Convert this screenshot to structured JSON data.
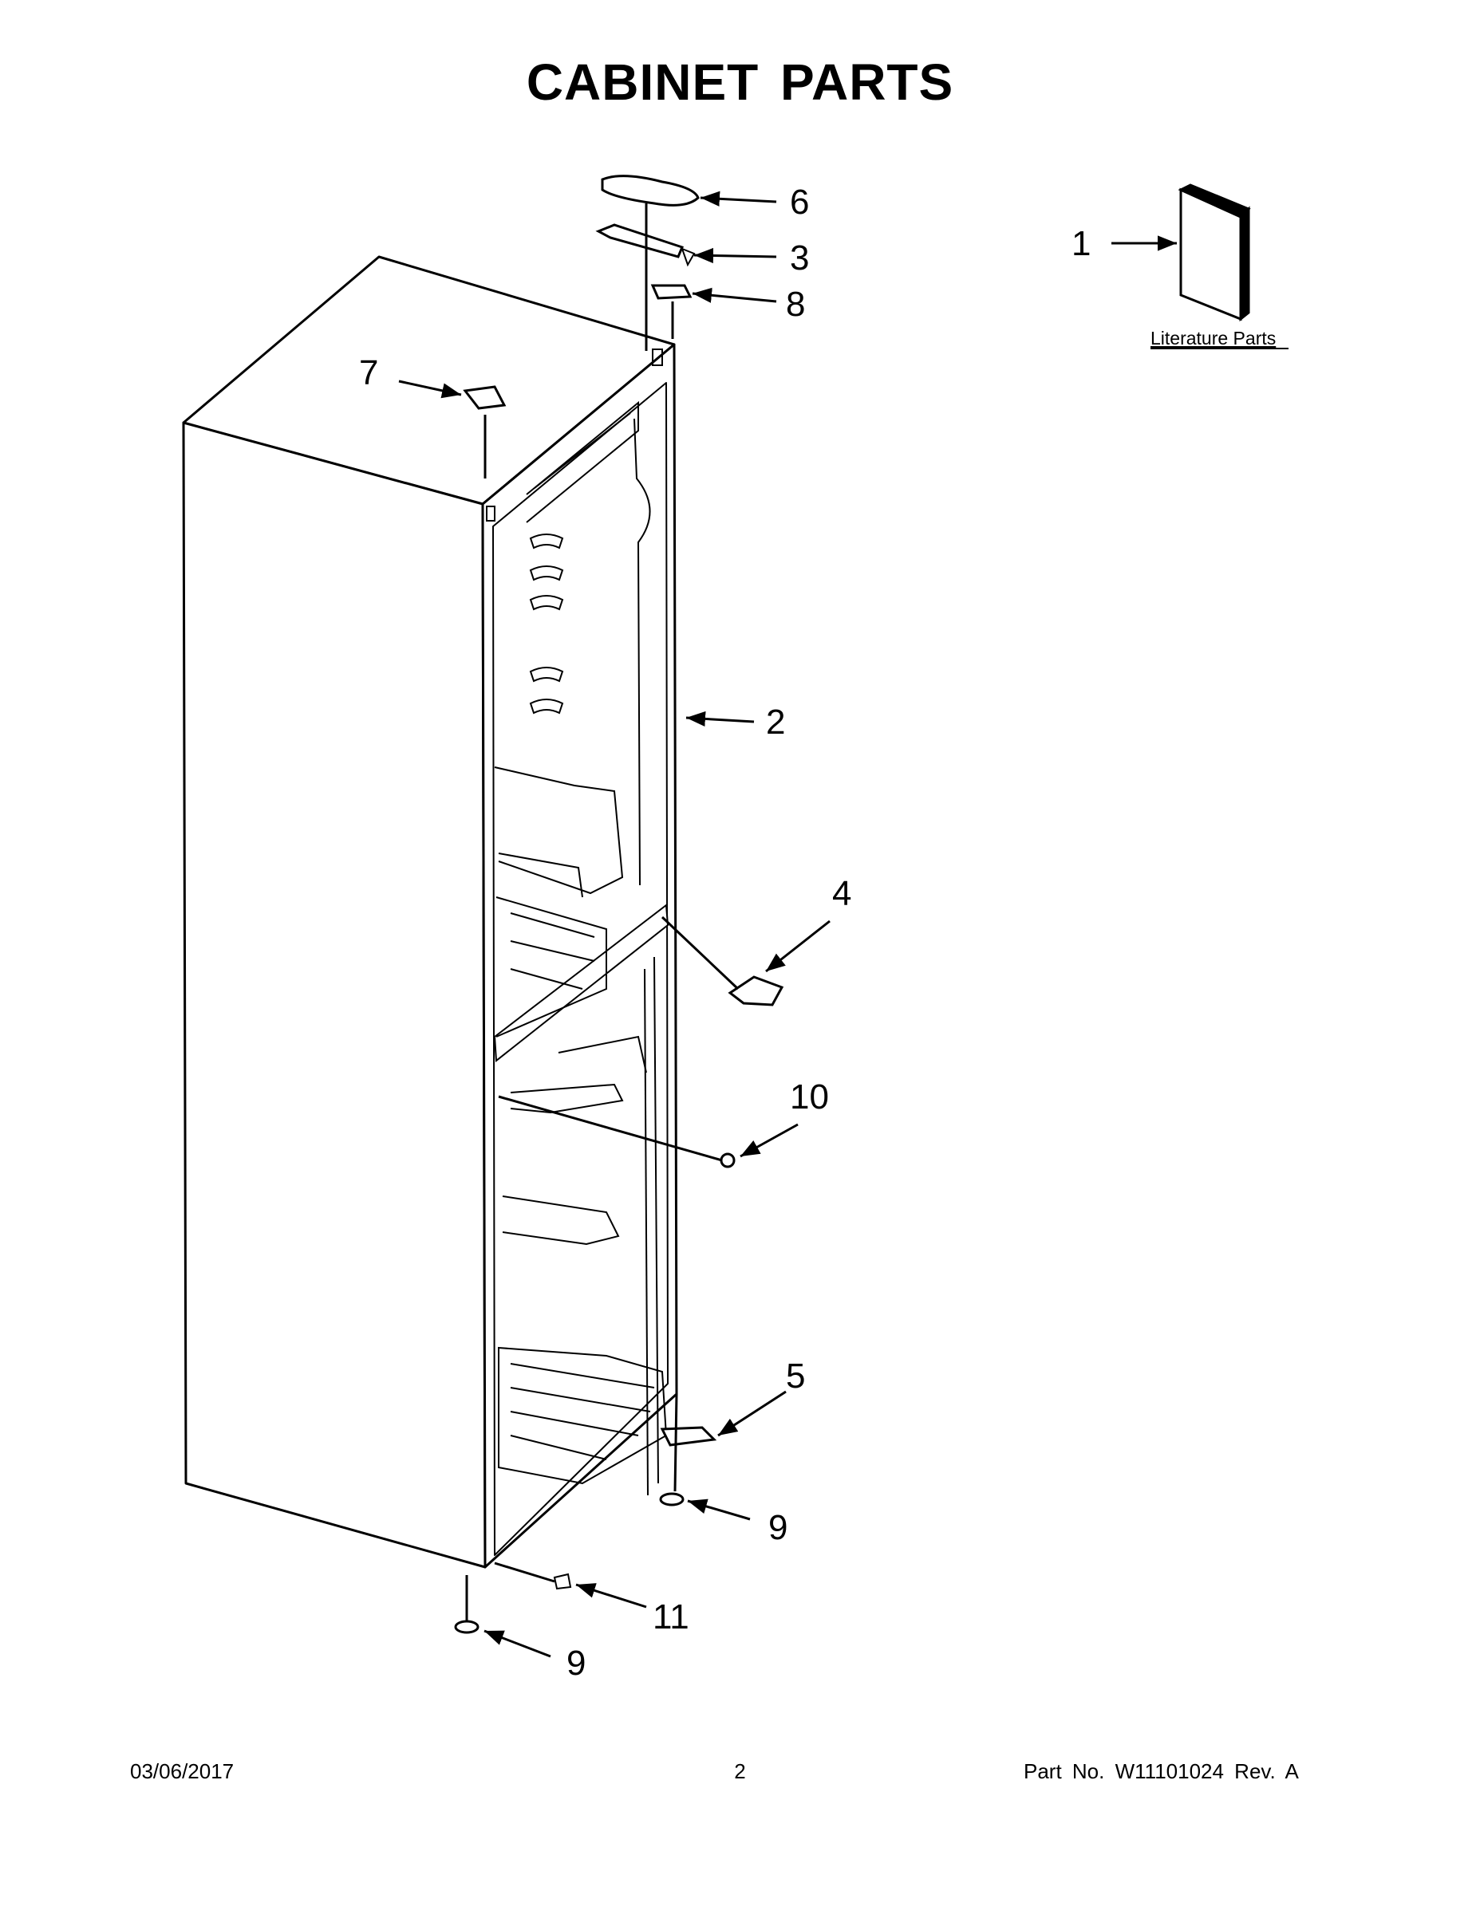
{
  "title": "CABINET PARTS",
  "callouts": [
    {
      "id": "1",
      "label": "1"
    },
    {
      "id": "2",
      "label": "2"
    },
    {
      "id": "3",
      "label": "3"
    },
    {
      "id": "4",
      "label": "4"
    },
    {
      "id": "5",
      "label": "5"
    },
    {
      "id": "6",
      "label": "6"
    },
    {
      "id": "7",
      "label": "7"
    },
    {
      "id": "8",
      "label": "8"
    },
    {
      "id": "9a",
      "label": "9"
    },
    {
      "id": "9b",
      "label": "9"
    },
    {
      "id": "10",
      "label": "10"
    },
    {
      "id": "11",
      "label": "11"
    }
  ],
  "literature_label": "Literature Parts",
  "footer": {
    "date": "03/06/2017",
    "page": "2",
    "part": "Part No.  W11101024  Rev.  A"
  }
}
